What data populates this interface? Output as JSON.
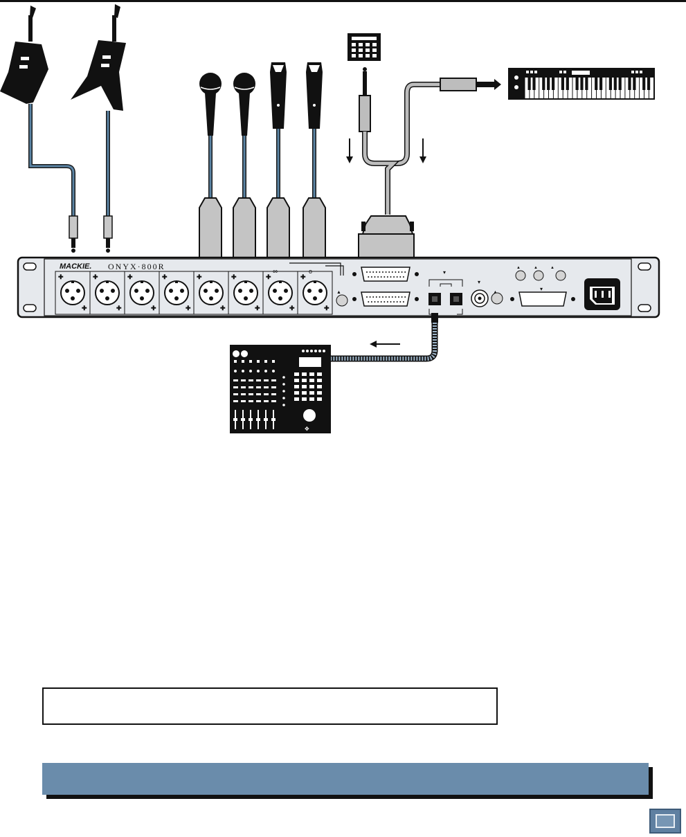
{
  "device": {
    "brand": "MACKIE.",
    "model": "ONYX·800R",
    "channel_marks": [
      "∞",
      "o"
    ]
  },
  "signal_arrows": {
    "direction_symbol": "←"
  },
  "colors": {
    "cable_blue": "#5b84a4",
    "cable_gray": "#bdbdbd",
    "panel": "#e6e9ed",
    "banner": "#6a8cab",
    "badge": "#5f80a1"
  }
}
